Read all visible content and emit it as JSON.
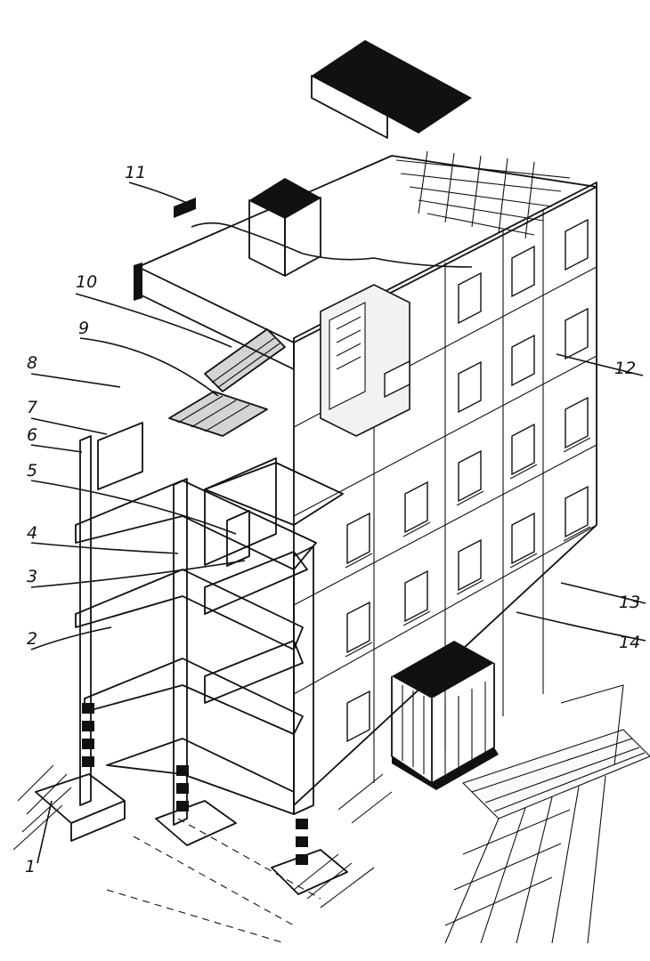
{
  "labels": [
    {
      "id": "1",
      "text": "1"
    },
    {
      "id": "2",
      "text": "2"
    },
    {
      "id": "3",
      "text": "3"
    },
    {
      "id": "4",
      "text": "4"
    },
    {
      "id": "5",
      "text": "5"
    },
    {
      "id": "6",
      "text": "6"
    },
    {
      "id": "7",
      "text": "7"
    },
    {
      "id": "8",
      "text": "8"
    },
    {
      "id": "9",
      "text": "9"
    },
    {
      "id": "10",
      "text": "10"
    },
    {
      "id": "11",
      "text": "11"
    },
    {
      "id": "12",
      "text": "12"
    },
    {
      "id": "13",
      "text": "13"
    },
    {
      "id": "14",
      "text": "14"
    }
  ],
  "colors": {
    "ink": "#111111",
    "slab": "#d4d4d4",
    "wall": "#f2f2f2",
    "black": "#111111",
    "paper": "#ffffff"
  }
}
